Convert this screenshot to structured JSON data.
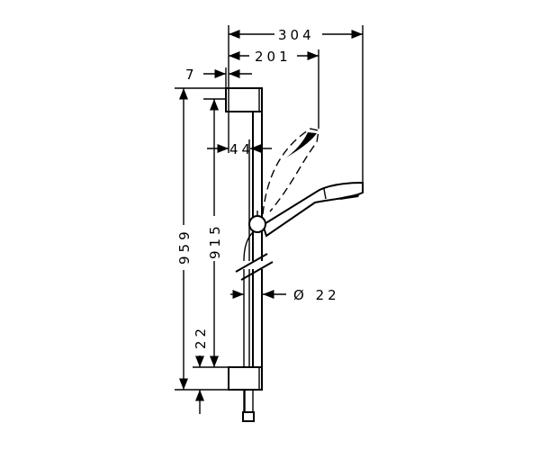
{
  "drawing": {
    "dimensions": {
      "overall_width": "304",
      "head_reach": "201",
      "wall_offset": "7",
      "rail_offset": "44",
      "total_height": "959",
      "rail_length": "915",
      "bottom_bracket": "22",
      "rail_diameter": "Ø 22"
    },
    "line_color": "#000000",
    "background": "#ffffff"
  }
}
